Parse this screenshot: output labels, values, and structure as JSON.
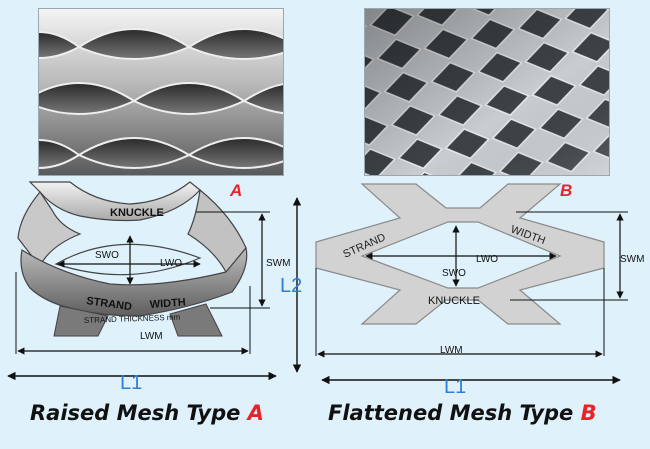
{
  "colors": {
    "background": "#dff1fb",
    "accent_red": "#e8242b",
    "dimension_blue": "#2f7fd6",
    "metal_light": "#dcdcdc",
    "metal_dark": "#6f6f6f"
  },
  "photos": {
    "raised": {
      "subject": "raised expanded metal mesh photo"
    },
    "flattened": {
      "subject": "flattened expanded metal mesh photo"
    }
  },
  "type_a": {
    "letter": "A",
    "labels": {
      "knuckle": "KNUCKLE",
      "swo": "SWO",
      "lwo": "LWO",
      "strand": "STRAND",
      "width": "WIDTH",
      "strand_thickness": "STRAND THICKNESS mm",
      "swm": "SWM",
      "lwm": "LWM"
    },
    "caption_text": "Raised Mesh Type ",
    "caption_letter": "A"
  },
  "type_b": {
    "letter": "B",
    "labels": {
      "strand": "STRAND",
      "width": "WIDTH",
      "lwo": "LWO",
      "swo": "SWO",
      "knuckle": "KNUCKLE",
      "swm": "SWM",
      "lwm": "LWM"
    },
    "caption_text": "Flattened Mesh Type ",
    "caption_letter": "B"
  },
  "dimensions": {
    "l1": "L1",
    "l2": "L2"
  }
}
